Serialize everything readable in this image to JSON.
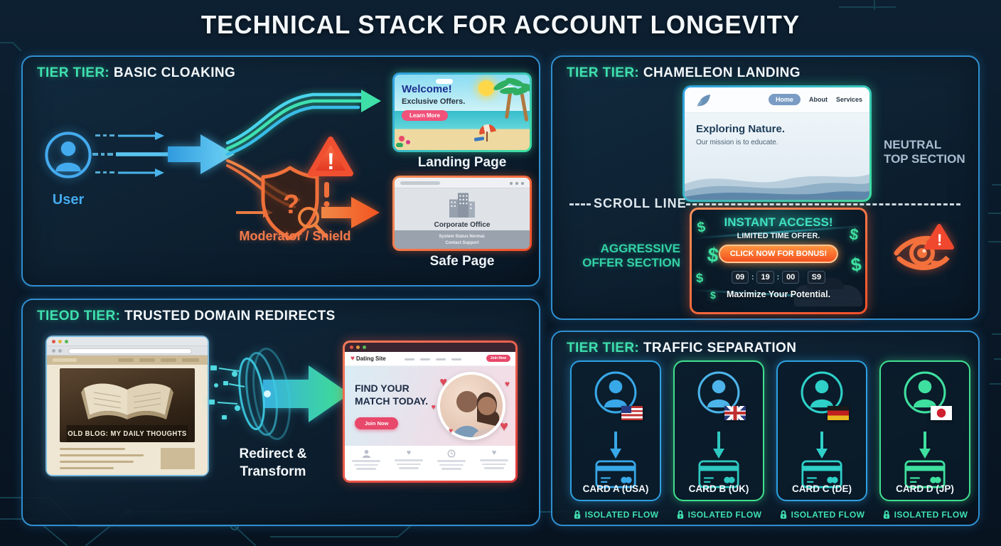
{
  "title": "TECHNICAL STACK FOR ACCOUNT LONGEVITY",
  "glyphs": {
    "dollar": "$",
    "heart": "♥",
    "question": "?",
    "exclaim": "!"
  },
  "colors": {
    "background": "#0a1a2a",
    "panel_border": "#2f8fd0",
    "tier_accent": "#3fe0ae",
    "orange_accent": "#f4713c",
    "blue_accent": "#38a8e8",
    "green_accent": "#3fe08f"
  },
  "panel1": {
    "tier": "TIER TIER:",
    "title": "BASIC CLOAKING",
    "user_label": "User",
    "moderator_label": "Moderator / Shield",
    "landing": {
      "welcome": "Welcome!",
      "offers": "Exclusive Offers.",
      "button": "Learn More"
    },
    "landing_caption": "Landing Page",
    "safe": {
      "heading": "Corporate Office",
      "footer1": "System Status Normal.",
      "footer2": "Contact Support"
    },
    "safe_caption": "Safe Page"
  },
  "panel2": {
    "tier": "TIER TIER:",
    "title": "CHAMELEON LANDING",
    "nav_home": "Home",
    "nav_about": "About",
    "nav_services": "Services",
    "neutral_heading": "Exploring Nature.",
    "neutral_sub": "Our mission is to educate.",
    "neutral_label1": "NEUTRAL",
    "neutral_label2": "TOP SECTION",
    "scroll_label": "SCROLL LINE",
    "aggr_label1": "AGGRESSIVE",
    "aggr_label2": "OFFER SECTION",
    "offer_heading": "INSTANT ACCESS!",
    "offer_sub": "LIMITED TIME OFFER.",
    "offer_button": "CLICK NOW FOR BONUS!",
    "countdown": [
      "09",
      "19",
      "00",
      "S9"
    ],
    "countdown_sep": ":",
    "tagline": "Maximize Your Potential."
  },
  "panel3": {
    "tier": "TIEOD TIER:",
    "title": "TRUSTED DOMAIN REDIRECTS",
    "blog_caption": "OLD BLOG: MY DAILY THOUGHTS",
    "transform1": "Redirect &",
    "transform2": "Transform",
    "dating": {
      "brand": "Dating Site",
      "nav_button": "Join Now",
      "heading1": "FIND YOUR",
      "heading2": "MATCH TODAY.",
      "cta": "Join Now"
    }
  },
  "panel4": {
    "tier": "TIER TIER:",
    "title": "TRAFFIC SEPARATION",
    "cards": [
      {
        "label": "CARD A (USA)",
        "flow": "ISOLATED FLOW"
      },
      {
        "label": "CARD B (UK)",
        "flow": "ISOLATED FLOW"
      },
      {
        "label": "CARD C (DE)",
        "flow": "ISOLATED FLOW"
      },
      {
        "label": "CARD D (JP)",
        "flow": "ISOLATED FLOW"
      }
    ]
  }
}
